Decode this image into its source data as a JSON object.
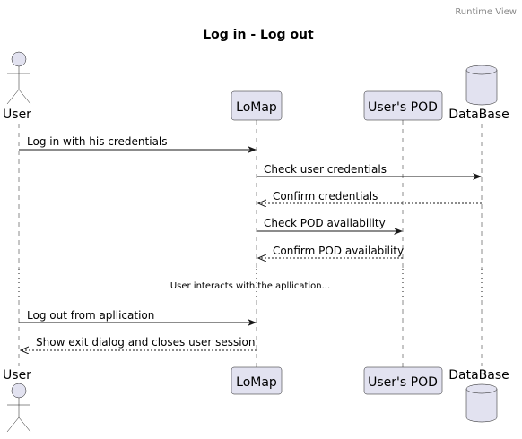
{
  "header": {
    "view_label": "Runtime View"
  },
  "diagram": {
    "title": "Log in - Log out",
    "participants": [
      {
        "id": "user",
        "label": "User",
        "kind": "actor"
      },
      {
        "id": "lomap",
        "label": "LoMap",
        "kind": "participant"
      },
      {
        "id": "pod",
        "label": "User's POD",
        "kind": "participant"
      },
      {
        "id": "db",
        "label": "DataBase",
        "kind": "database"
      }
    ],
    "messages": [
      {
        "from": "user",
        "to": "lomap",
        "label": "Log in with his credentials",
        "style": "solid"
      },
      {
        "from": "lomap",
        "to": "db",
        "label": "Check user credentials",
        "style": "solid"
      },
      {
        "from": "db",
        "to": "lomap",
        "label": "Confirm credentials",
        "style": "dashed"
      },
      {
        "from": "lomap",
        "to": "pod",
        "label": "Check POD availability",
        "style": "solid"
      },
      {
        "from": "pod",
        "to": "lomap",
        "label": "Confirm POD availability",
        "style": "dashed"
      },
      {
        "from": "user",
        "to": "lomap",
        "label": "Log out from apllication",
        "style": "solid"
      },
      {
        "from": "lomap",
        "to": "user",
        "label": "Show exit dialog and closes user session",
        "style": "dashed"
      }
    ],
    "divider": {
      "label": "User interacts with the apllication..."
    },
    "colors": {
      "participant_fill": "#E2E2F0",
      "line": "#181818",
      "header_text": "#888888"
    }
  }
}
